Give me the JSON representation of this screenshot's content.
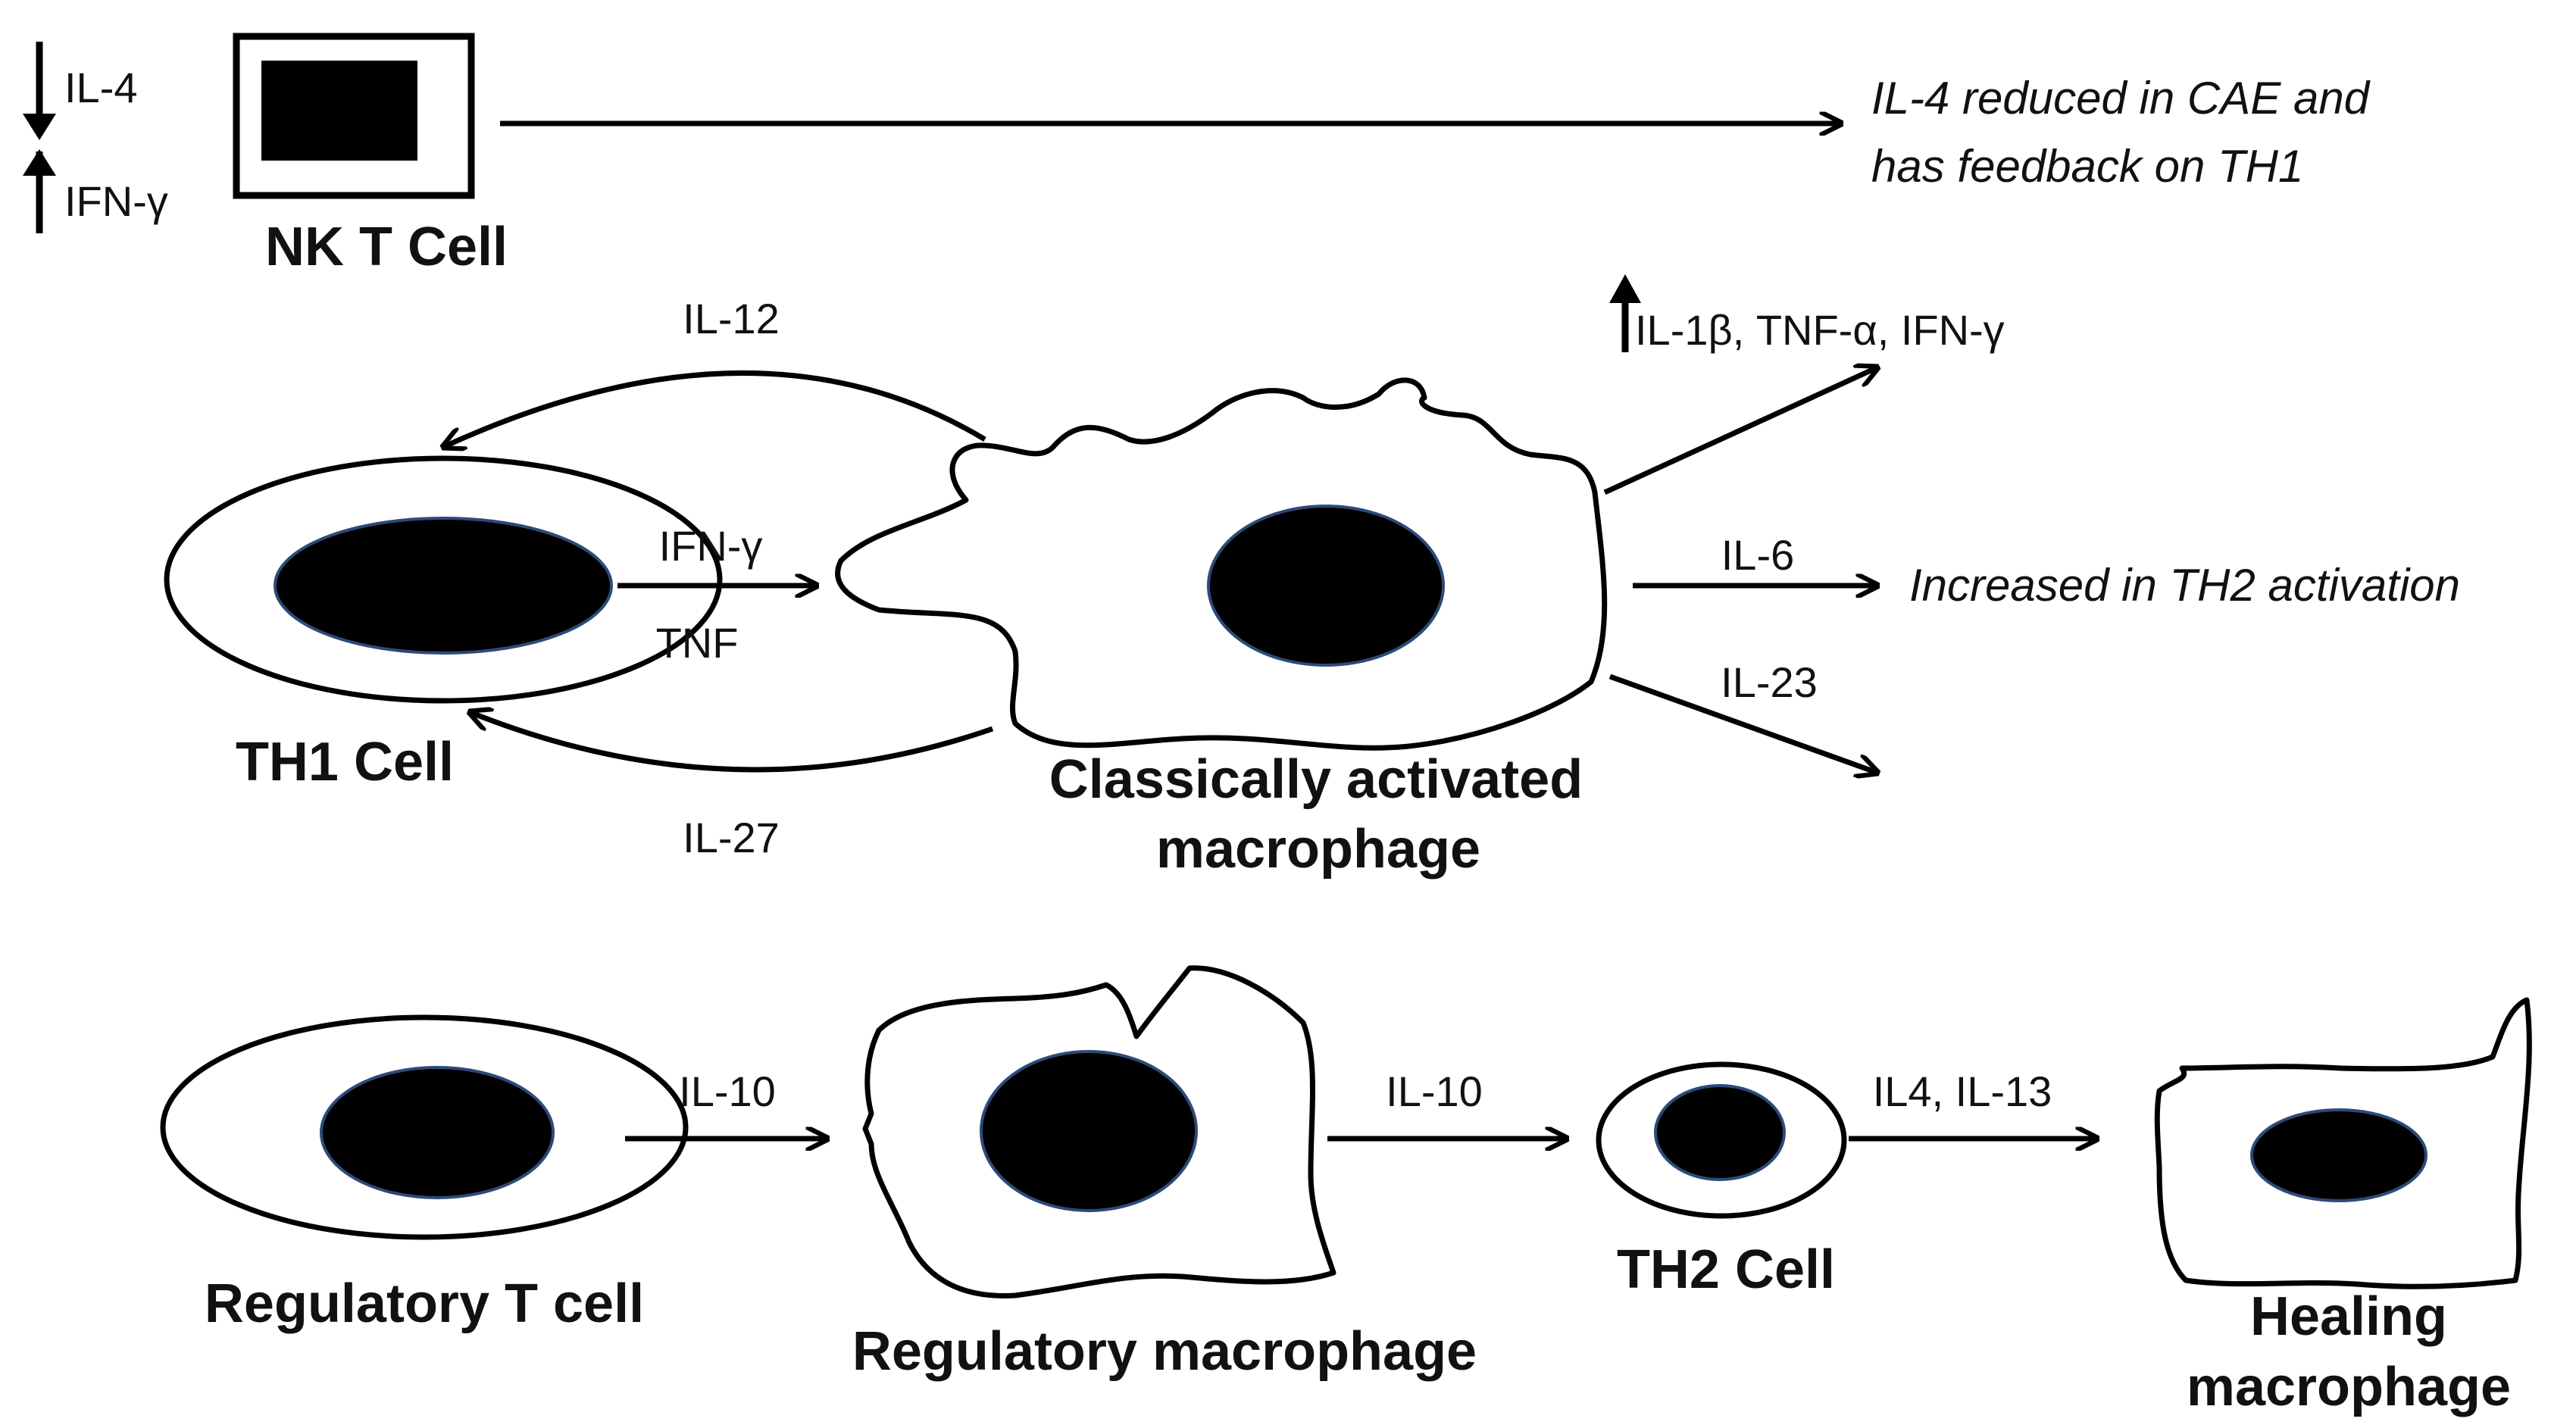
{
  "nkt": {
    "down_label": "IL-4",
    "up_label": "IFN-γ",
    "cell_label": "NK T Cell",
    "note_line1": "IL-4 reduced in CAE and",
    "note_line2": "has feedback on TH1"
  },
  "th1": {
    "cell_label": "TH1 Cell",
    "il12": "IL-12",
    "ifn": "IFN-γ",
    "tnf": "TNF",
    "il27": "IL-27"
  },
  "cam": {
    "cell_label_line1": "Classically activated",
    "cell_label_line2": "macrophage",
    "out1": "IL-1β, TNF-α, IFN-γ",
    "out2": "IL-6",
    "out2_note": "Increased in TH2 activation",
    "out3": "IL-23"
  },
  "bottom": {
    "treg_label": "Regulatory T cell",
    "treg_to_mreg": "IL-10",
    "mreg_label": "Regulatory macrophage",
    "mreg_to_th2": "IL-10",
    "th2_label": "TH2 Cell",
    "th2_to_heal": "IL4, IL-13",
    "heal_label_line1": "Healing",
    "heal_label_line2": "macrophage"
  }
}
